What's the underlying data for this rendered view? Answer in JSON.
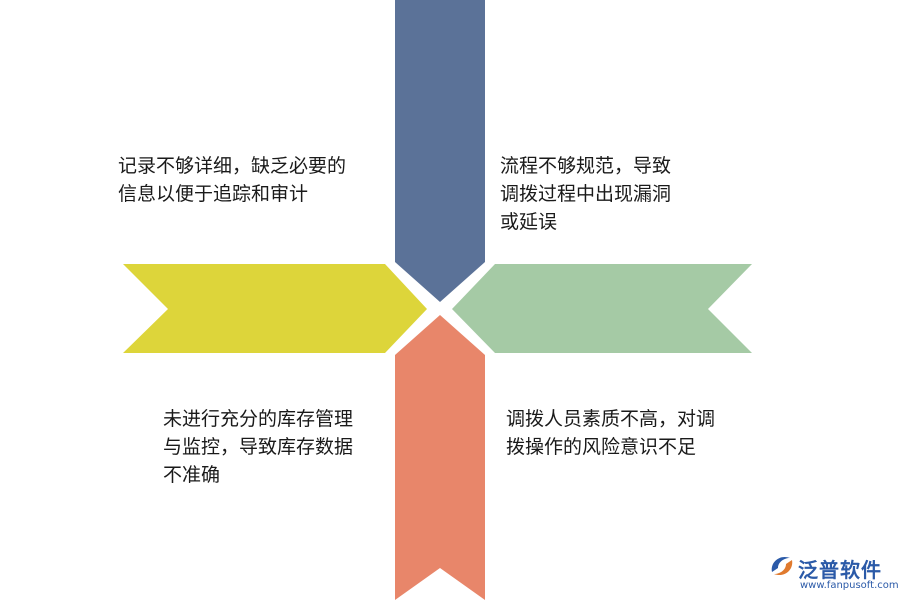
{
  "colors": {
    "top": "#5b7298",
    "left": "#ddd53a",
    "right": "#a5caa5",
    "bottom": "#e8866a",
    "brand": "#2b5aa8"
  },
  "quadrants": {
    "top_left": [
      "记录不够详细，缺乏必要的",
      "信息以便于追踪和审计"
    ],
    "top_right": [
      "流程不够规范，导致",
      "调拨过程中出现漏洞",
      "或延误"
    ],
    "bottom_left": [
      "未进行充分的库存管理",
      "与监控，导致库存数据",
      "不准确"
    ],
    "bottom_right": [
      "调拨人员素质不高，对调",
      "拨操作的风险意识不足"
    ]
  },
  "logo": {
    "brand": "泛普软件",
    "url": "www.fanpusoft.com",
    "icon": "fanpu-logo-icon"
  }
}
